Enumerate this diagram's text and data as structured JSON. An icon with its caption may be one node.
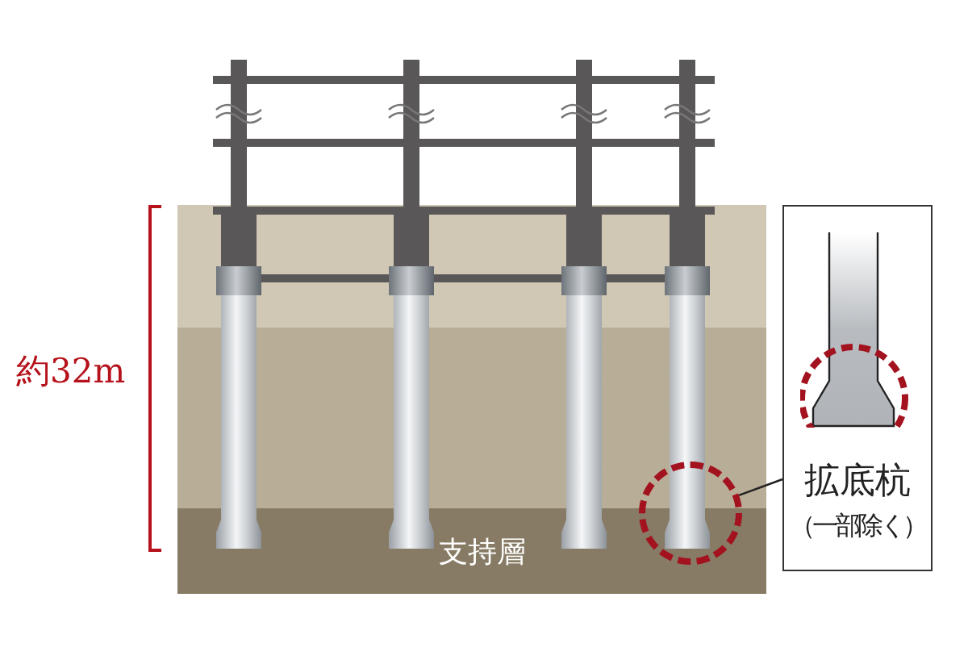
{
  "diagram": {
    "nodes": [
      {
        "text": [
          "拡底杭",
          "（一部除く）"
        ]
      },
      {
        "text": [],
        "shape": "circle"
      }
    ],
    "edges": [
      {
        "from": 0,
        "to": 1,
        "arrow": "none"
      }
    ],
    "labels": [
      "約32m",
      "支持層"
    ]
  }
}
